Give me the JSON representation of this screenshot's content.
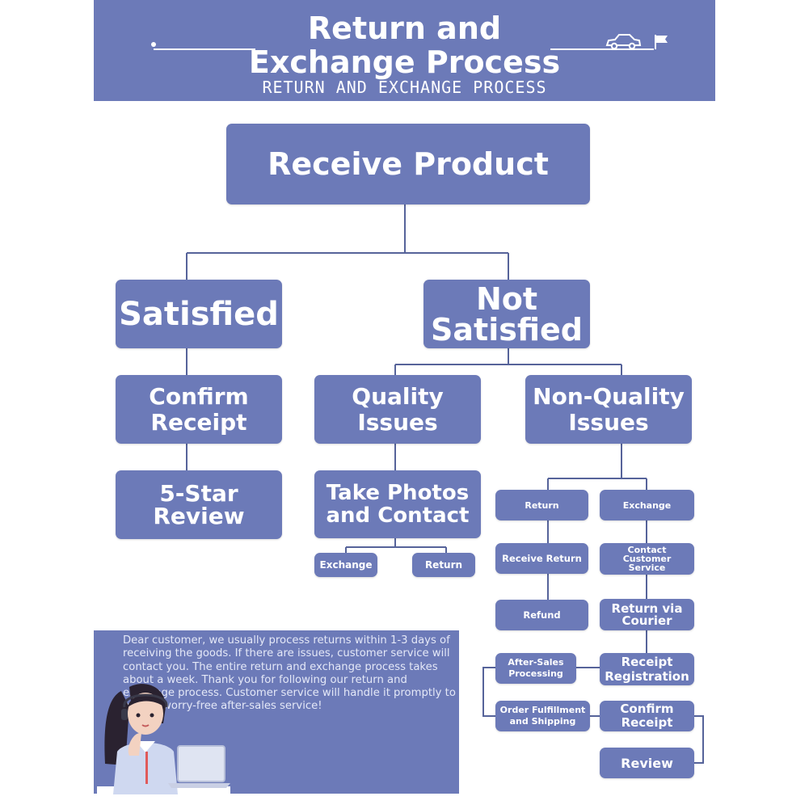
{
  "header": {
    "title_line1": "Return and",
    "title_line2": "Exchange Process",
    "subtitle": "RETURN AND EXCHANGE PROCESS"
  },
  "nodes": {
    "receive_product": "Receive Product",
    "satisfied": "Satisfied",
    "not_satisfied": "Not\nSatisfied",
    "confirm_receipt": "Confirm\nReceipt",
    "five_star_review": "5-Star\nReview",
    "quality_issues": "Quality\nIssues",
    "non_quality_issues": "Non-Quality\nIssues",
    "take_photos": "Take Photos\nand Contact",
    "q_exchange": "Exchange",
    "q_return": "Return",
    "nq_return": "Return",
    "nq_exchange": "Exchange",
    "receive_return": "Receive Return",
    "refund": "Refund",
    "contact_cs": "Contact\nCustomer\nService",
    "return_courier": "Return via\nCourier",
    "receipt_registration": "Receipt\nRegistration",
    "after_sales": "After-Sales\nProcessing",
    "order_fulfillment": "Order Fulfillment\nand Shipping",
    "confirm_receipt_2": "Confirm\nReceipt",
    "review": "Review"
  },
  "note": {
    "text": "Dear customer, we usually process returns within 1-3 days of receiving the goods. If there are issues, customer service will contact you. The entire return and exchange process takes about a week. Thank you for following our return and exchange process. Customer service will handle it promptly to ensure worry-free after-sales service!"
  },
  "icons": [
    "pin-icon",
    "car-icon",
    "flag-icon",
    "customer-service-avatar-icon"
  ],
  "colors": {
    "node": "#6c7ab8",
    "text": "#ffffff",
    "line": "#56639a"
  }
}
